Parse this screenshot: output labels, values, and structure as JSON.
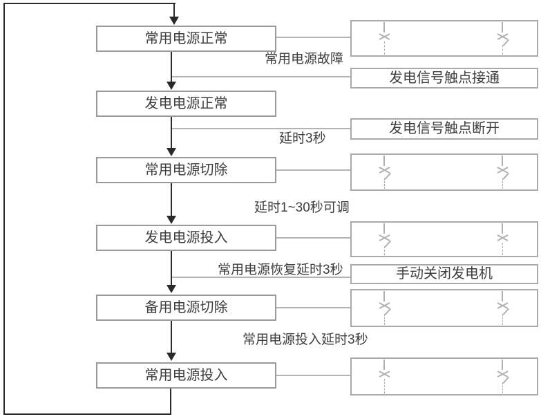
{
  "diagram": {
    "title": "ATS mains/generator automatic transfer sequence flowchart",
    "flow_steps": [
      {
        "label": "常用电源正常"
      },
      {
        "label": "发电电源正常"
      },
      {
        "label": "常用电源切除"
      },
      {
        "label": "发电电源投入"
      },
      {
        "label": "备用电源切除"
      },
      {
        "label": "常用电源投入"
      }
    ],
    "transition_labels": [
      {
        "text": "常用电源故障"
      },
      {
        "text": "延时3秒"
      },
      {
        "text": "延时1~30秒可调"
      },
      {
        "text": "常用电源恢复延时3秒"
      },
      {
        "text": "常用电源投入延时3秒"
      }
    ],
    "signal_boxes": [
      {
        "label": "发电信号触点接通"
      },
      {
        "label": "发电信号触点断开"
      },
      {
        "label": "手动关闭发电机"
      }
    ],
    "contact_boxes": [
      {
        "row": "常用电源正常",
        "left": "closed",
        "right": "open"
      },
      {
        "row": "常用电源切除",
        "left": "open",
        "right": "open"
      },
      {
        "row": "发电电源投入",
        "left": "open",
        "right": "closed"
      },
      {
        "row": "备用电源切除",
        "left": "open",
        "right": "open"
      },
      {
        "row": "常用电源投入",
        "left": "closed",
        "right": "open"
      }
    ],
    "colors": {
      "flow_line": "#2a2a2a",
      "connector": "#b3b3b3",
      "box_border": "#999999",
      "right_box_border": "#a9a9a9",
      "text": "#3d3d3d",
      "symbol": "#b0b0b0"
    }
  }
}
